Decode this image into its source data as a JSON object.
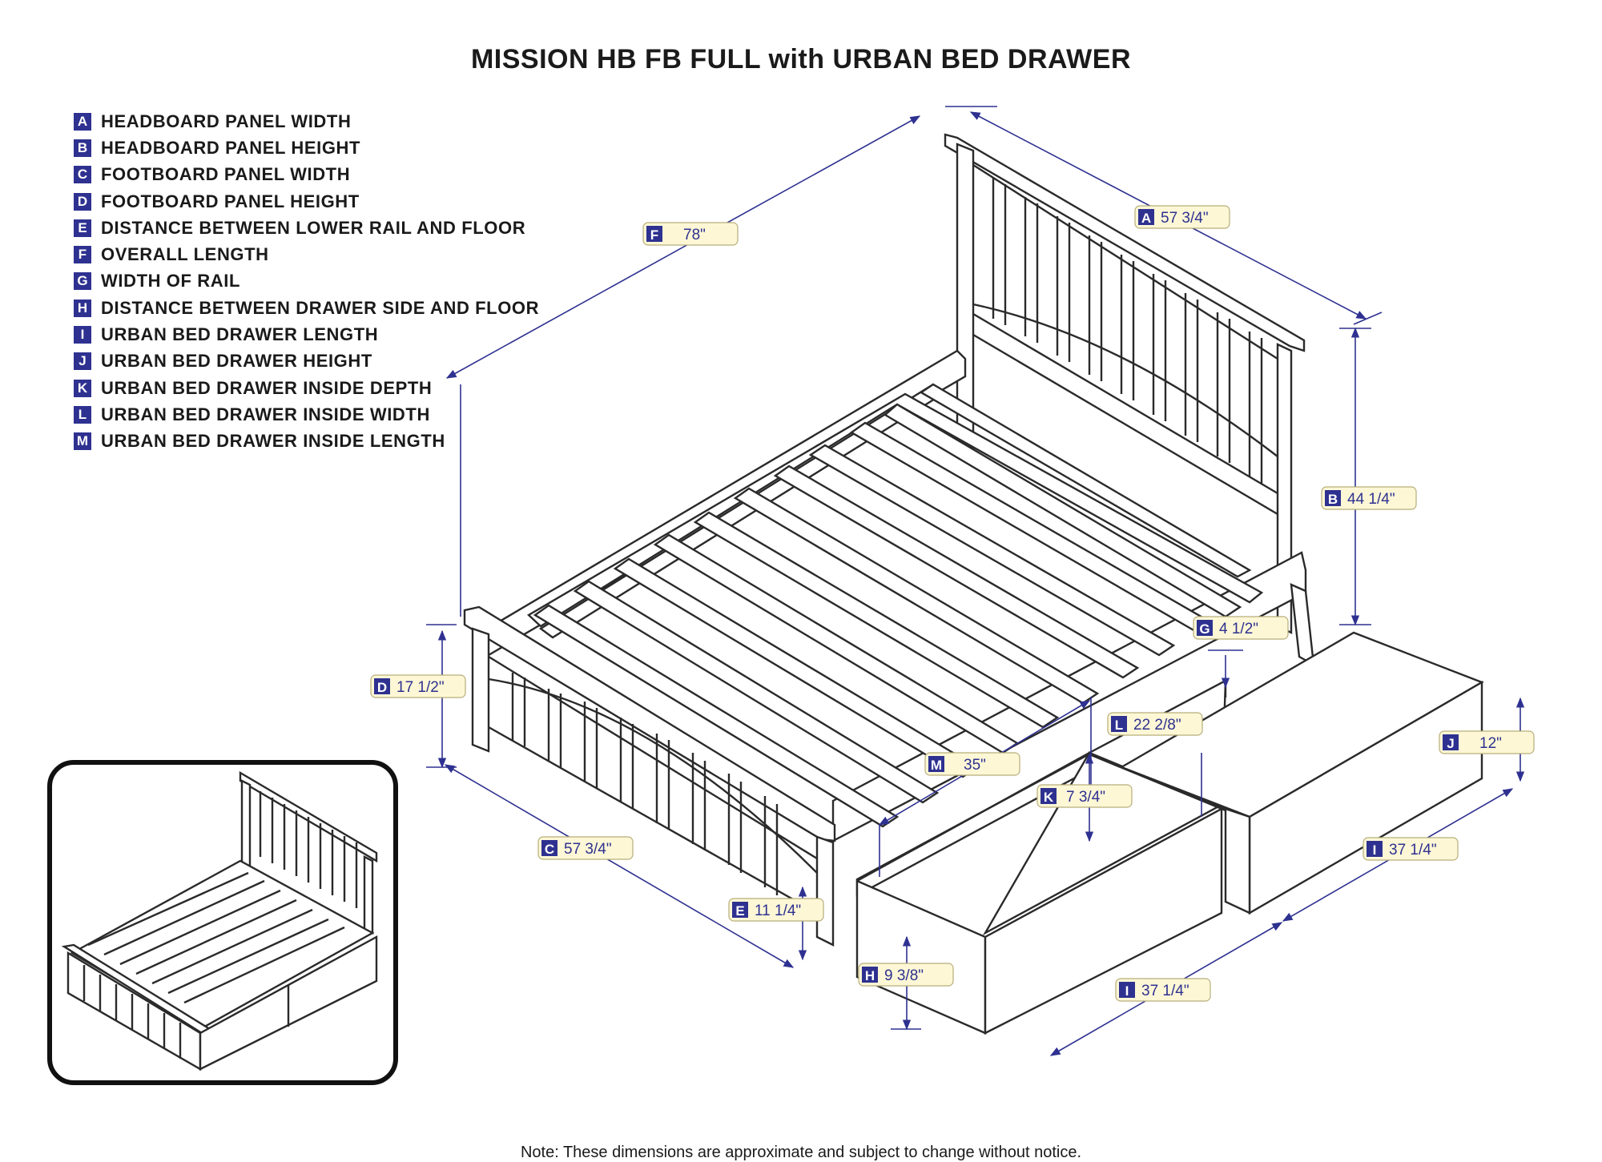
{
  "title": "MISSION HB FB FULL with URBAN BED DRAWER",
  "legend": [
    {
      "letter": "A",
      "text": "HEADBOARD PANEL WIDTH"
    },
    {
      "letter": "B",
      "text": "HEADBOARD PANEL HEIGHT"
    },
    {
      "letter": "C",
      "text": "FOOTBOARD PANEL WIDTH"
    },
    {
      "letter": "D",
      "text": "FOOTBOARD PANEL HEIGHT"
    },
    {
      "letter": "E",
      "text": "DISTANCE BETWEEN LOWER RAIL AND FLOOR"
    },
    {
      "letter": "F",
      "text": "OVERALL LENGTH"
    },
    {
      "letter": "G",
      "text": "WIDTH OF RAIL"
    },
    {
      "letter": "H",
      "text": "DISTANCE BETWEEN DRAWER SIDE AND FLOOR"
    },
    {
      "letter": "I",
      "text": "URBAN BED DRAWER LENGTH"
    },
    {
      "letter": "J",
      "text": "URBAN BED DRAWER HEIGHT"
    },
    {
      "letter": "K",
      "text": "URBAN BED DRAWER INSIDE DEPTH"
    },
    {
      "letter": "L",
      "text": "URBAN BED DRAWER INSIDE WIDTH"
    },
    {
      "letter": "M",
      "text": "URBAN BED DRAWER INSIDE LENGTH"
    }
  ],
  "measurements": {
    "A": {
      "letter": "A",
      "value": "57 3/4\""
    },
    "B": {
      "letter": "B",
      "value": "44 1/4\""
    },
    "C": {
      "letter": "C",
      "value": "57 3/4\""
    },
    "D": {
      "letter": "D",
      "value": "17 1/2\""
    },
    "E": {
      "letter": "E",
      "value": "11 1/4\""
    },
    "F": {
      "letter": "F",
      "value": "78\""
    },
    "G": {
      "letter": "G",
      "value": "4 1/2\""
    },
    "H": {
      "letter": "H",
      "value": "9 3/8\""
    },
    "I1": {
      "letter": "I",
      "value": "37 1/4\""
    },
    "I2": {
      "letter": "I",
      "value": "37 1/4\""
    },
    "J": {
      "letter": "J",
      "value": "12\""
    },
    "K": {
      "letter": "K",
      "value": "7 3/4\""
    },
    "L": {
      "letter": "L",
      "value": "22 2/8\""
    },
    "M": {
      "letter": "M",
      "value": "35\""
    }
  },
  "note": "Note:  These dimensions are approximate and subject to change without notice.",
  "colors": {
    "accent": "#2e3190",
    "tag_fill": "#fdf7d6",
    "line": "#2a2a2a"
  }
}
